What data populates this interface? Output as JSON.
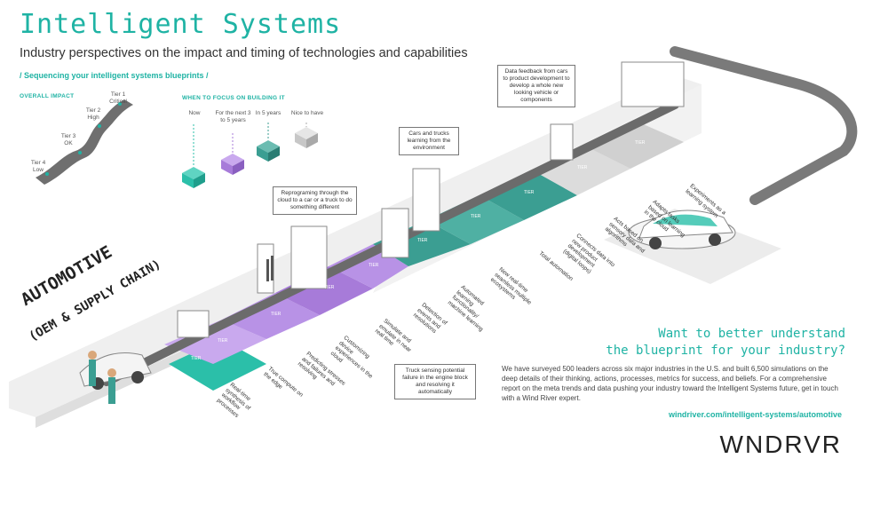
{
  "title": "Intelligent Systems",
  "subtitle": "Industry perspectives on the impact and timing of technologies and capabilities",
  "sequencing_label": "/ Sequencing your intelligent systems blueprints /",
  "overall_impact": {
    "header": "OVERALL IMPACT",
    "tiers": [
      {
        "tier": "Tier 1",
        "desc": "Critical"
      },
      {
        "tier": "Tier 2",
        "desc": "High"
      },
      {
        "tier": "Tier 3",
        "desc": "OK"
      },
      {
        "tier": "Tier 4",
        "desc": "Low"
      }
    ]
  },
  "focus": {
    "header": "WHEN TO FOCUS ON BUILDING IT",
    "items": [
      {
        "label": "Now",
        "color": "#2bbfa9"
      },
      {
        "label": "For the next 3 to 5 years",
        "color": "#a77bd9"
      },
      {
        "label": "In 5 years",
        "color": "#3b9e92"
      },
      {
        "label": "Nice to have",
        "color": "#c7c7c7"
      }
    ]
  },
  "track_title_line1": "AUTOMOTIVE",
  "track_title_line2": "(OEM & SUPPLY CHAIN)",
  "callouts": [
    "Reprograming through the cloud to a car or a truck to do something different",
    "Cars and trucks learning from the environment",
    "Data feedback from cars to product development to develop a whole new looking vehicle or components",
    "Truck sensing potential failure in the engine block and resolving it automatically"
  ],
  "steps": [
    "Real-time synthesis of workflow processes",
    "True compute on the edge",
    "Predicting stresses and failures and resolving",
    "Customizing device experiences in the cloud",
    "Simulate and emulate in near real time",
    "Detection of events and resolutions",
    "Automated learning functionality/ machine learning",
    "New real-time seamless multiple ecosystems",
    "Total automation",
    "Connects data into new product development (digital loops)",
    "Acts based on sensory data and algorithms",
    "Adapts tasks based on learning in the cloud",
    "Experiments as a learning system"
  ],
  "tile_label": "TIER",
  "cta_line1": "Want to better understand",
  "cta_line2": "the blueprint for your industry?",
  "cta_body": "We have surveyed 500 leaders across six major industries in the U.S. and built 6,500 simulations on the deep details of their thinking, actions, processes, metrics for success, and beliefs. For a comprehensive report on the meta trends and data pushing your industry toward the Intelligent Systems future, get in touch with a Wind River expert.",
  "cta_link": "windriver.com/intelligent-systems/automotive",
  "logo": "WNDRVR",
  "colors": {
    "teal": "#1fb3a4",
    "teal_dark": "#3b9e92",
    "purple": "#a77bd9",
    "gray": "#c7c7c7"
  }
}
